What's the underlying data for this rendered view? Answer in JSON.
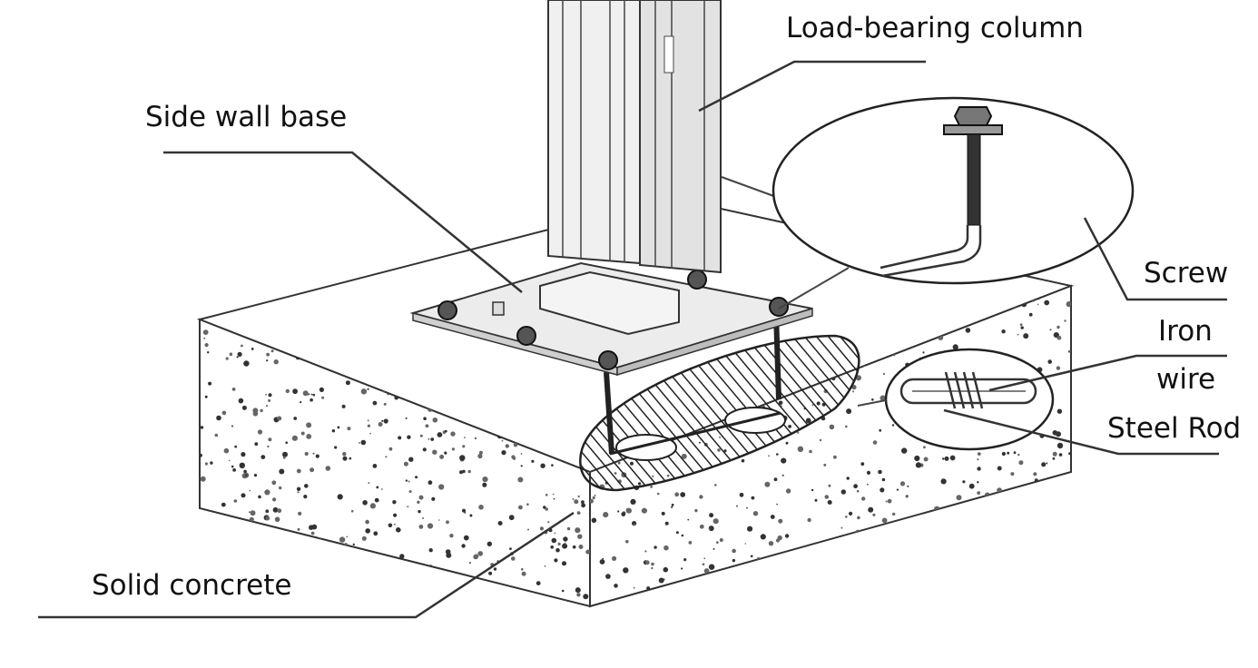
{
  "labels": {
    "load_bearing_column": "Load-bearing column",
    "side_wall_base": "Side wall base",
    "screw": "Screw",
    "iron_wire_line1": "Iron",
    "iron_wire_line2": "wire",
    "steel_rod": "Steel Rod",
    "solid_concrete": "Solid concrete"
  }
}
